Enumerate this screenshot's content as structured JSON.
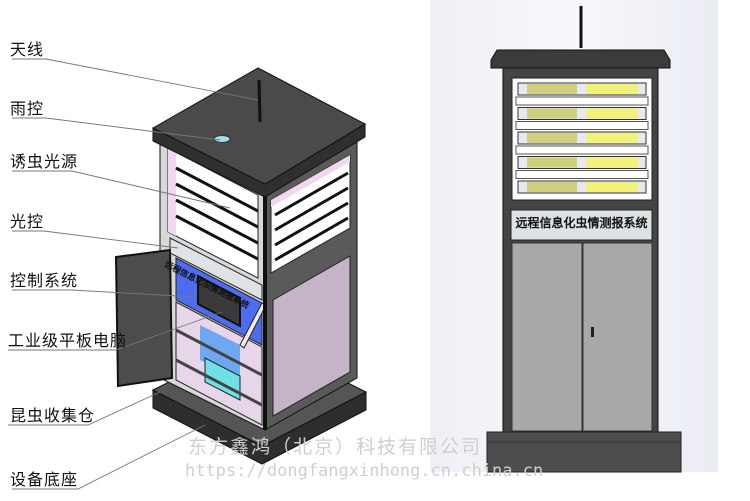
{
  "labels": {
    "antenna": "天线",
    "rain_control": "雨控",
    "insect_light_source": "诱虫光源",
    "light_control": "光控",
    "control_system": "控制系统",
    "industrial_tablet": "工业级平板电脑",
    "insect_collection_bin": "昆虫收集仓",
    "equipment_base": "设备底座"
  },
  "sign_text": "远程信息化虫情测报系统",
  "watermark": {
    "company": "东方鑫鸿（北京）科技有限公司",
    "url": "https://dongfangxinhong.cn.china.cn"
  },
  "colors": {
    "roof": "#4a4a4a",
    "panel_blue": "#4e6cf0",
    "side_lavender": "#c5b3c8",
    "lamp_yellow": "#f2f27a",
    "lamp_olive": "#cfcf7e",
    "door_gray": "#a9a9a9"
  }
}
